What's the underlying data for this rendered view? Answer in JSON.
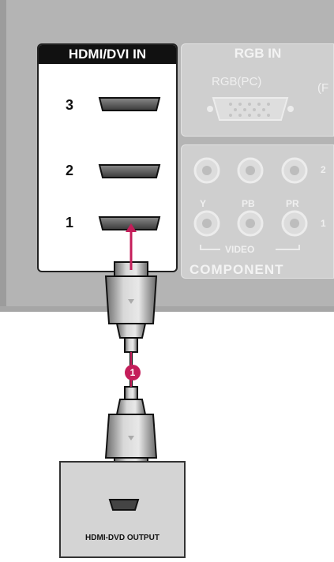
{
  "hdmi_panel": {
    "title": "HDMI/DVI IN",
    "ports": [
      "3",
      "2",
      "1"
    ]
  },
  "rgb_panel": {
    "title": "RGB IN",
    "pc_label": "RGB(PC)",
    "cutoff_label": "(F"
  },
  "component_panel": {
    "letters": [
      "Y",
      "PB",
      "PR"
    ],
    "row_labels": [
      "2",
      "1"
    ],
    "video_label": "VIDEO",
    "title": "COMPONENT"
  },
  "cable": {
    "marker": "1",
    "color": "#c41e5a"
  },
  "source": {
    "label": "HDMI-DVD OUTPUT"
  }
}
